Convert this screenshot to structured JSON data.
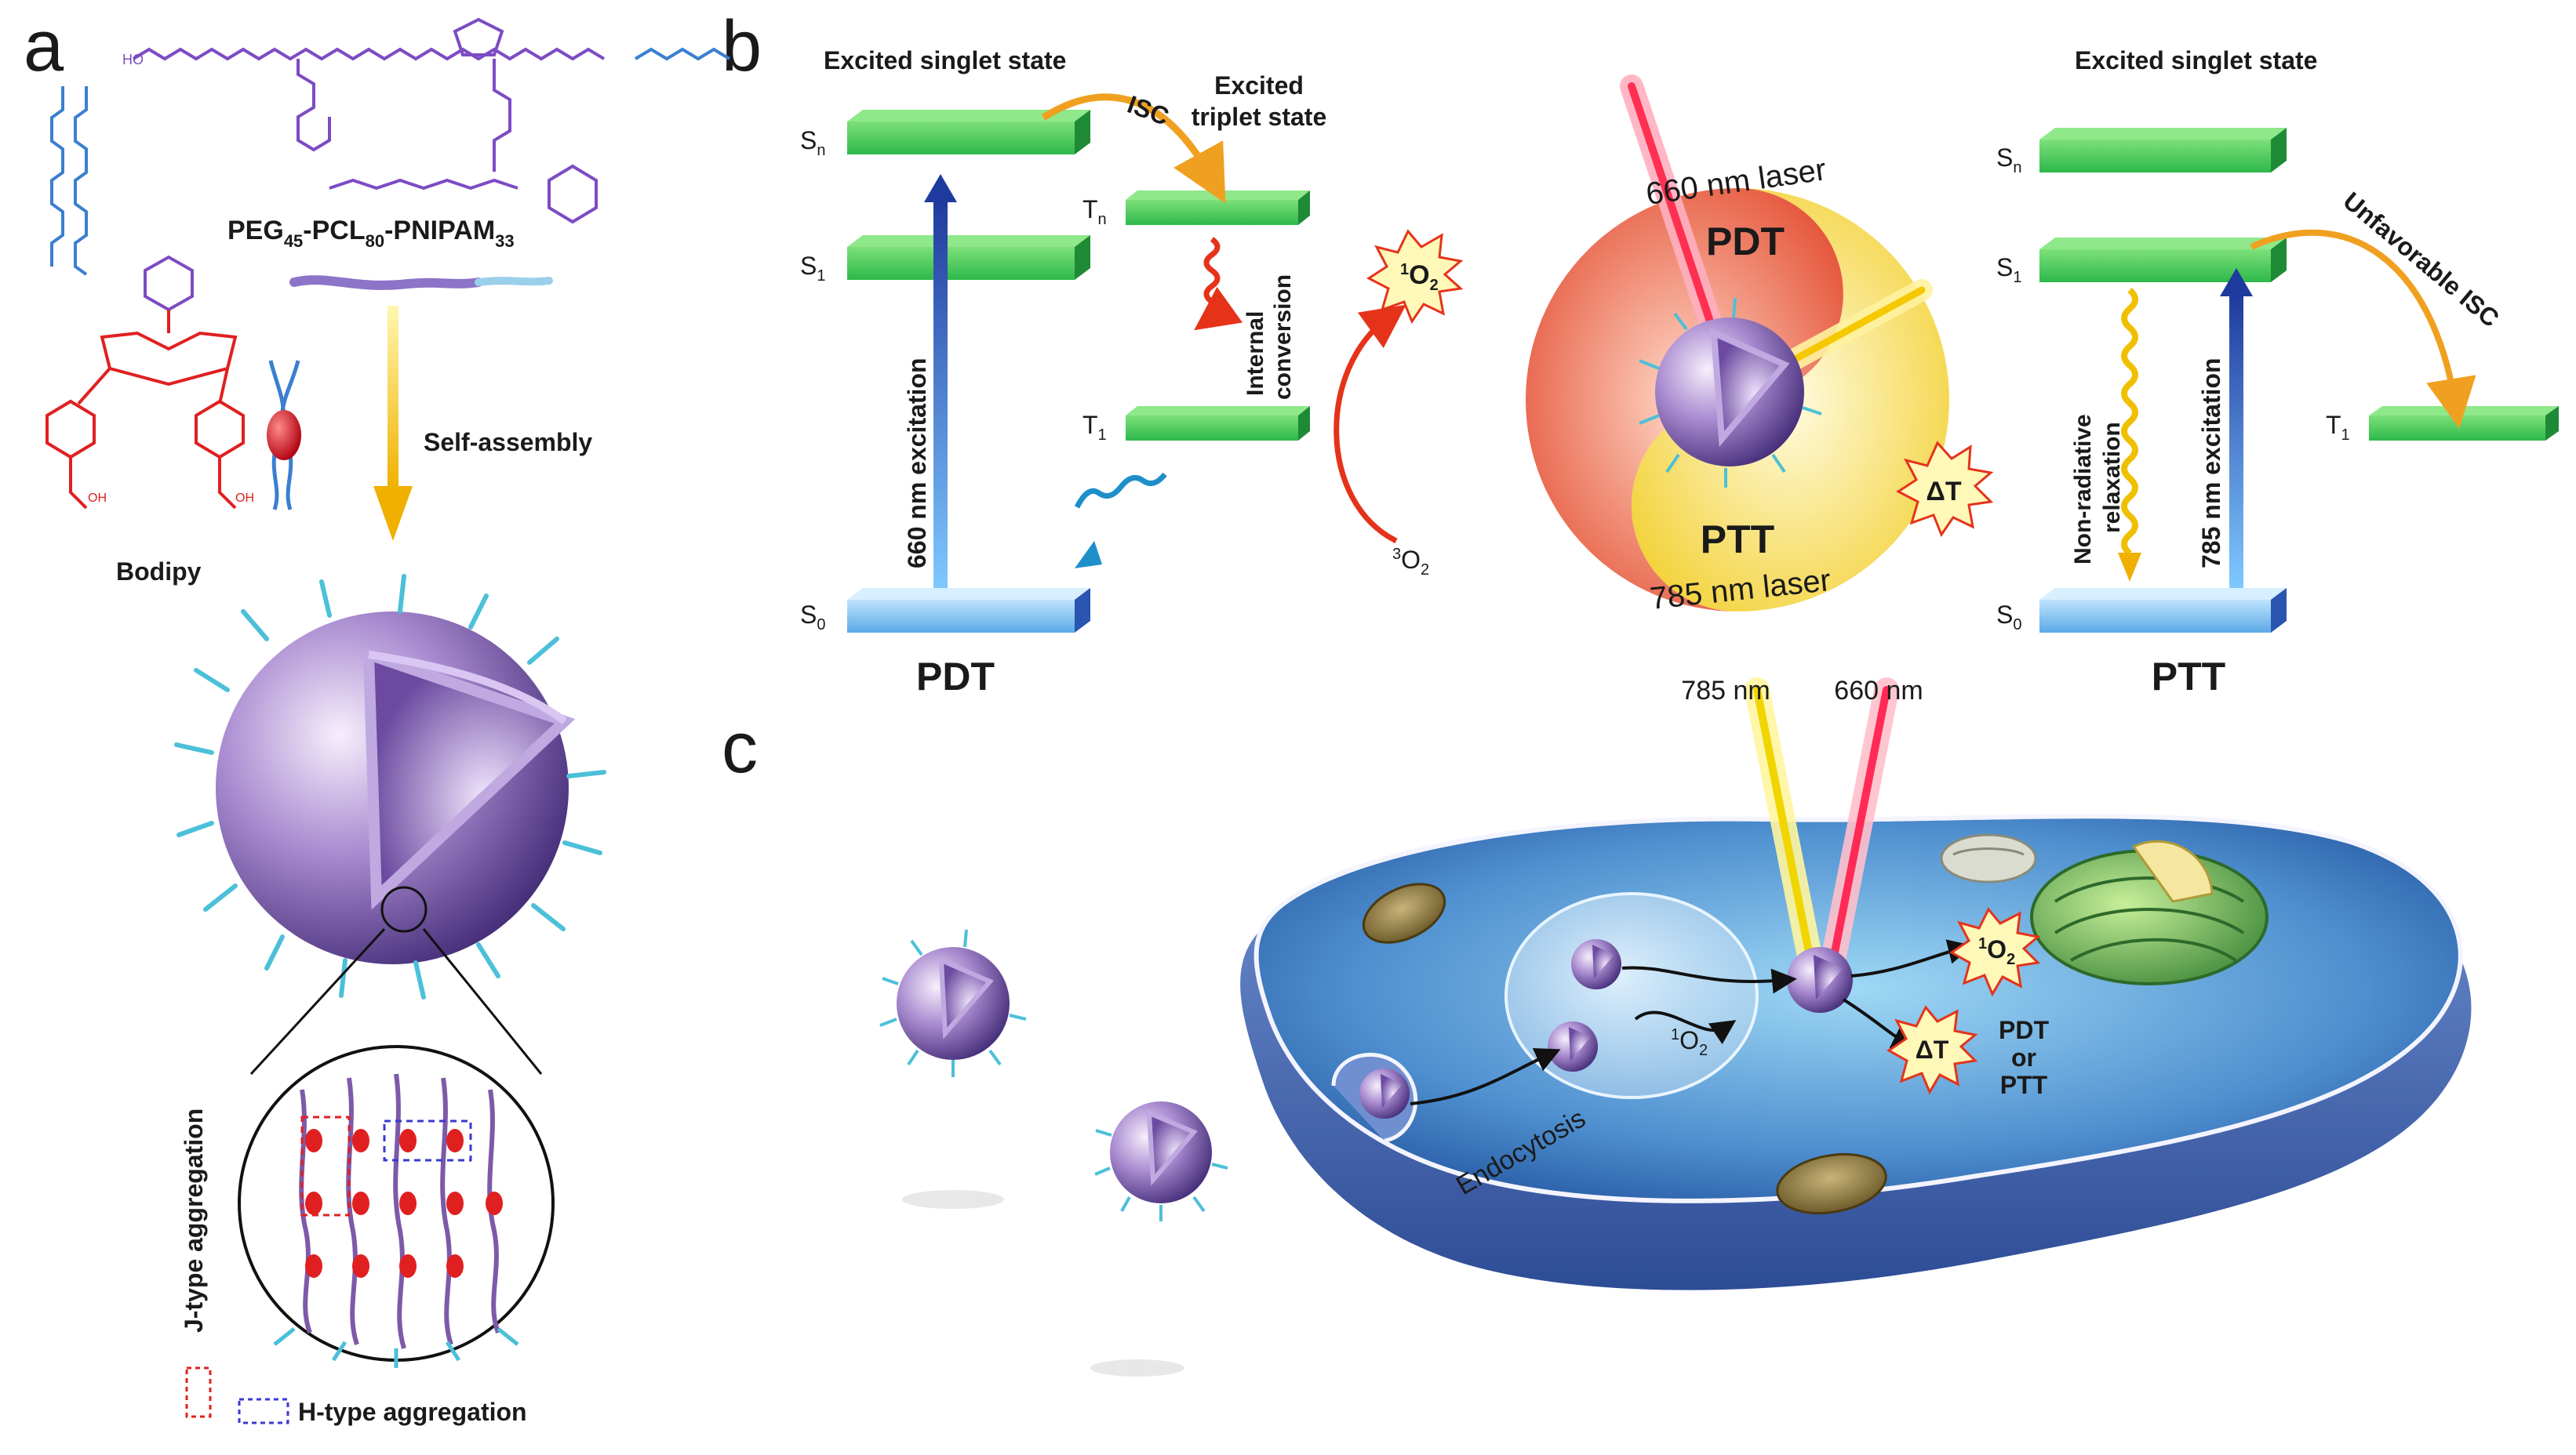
{
  "panels": {
    "a": "a",
    "b": "b",
    "c": "c"
  },
  "panel_a": {
    "polymer_label": "PEG₄₅-PCL₈₀-PNIPAM₃₃",
    "polymer_label_main": "PEG",
    "sub_45": "45",
    "mid1": "-PCL",
    "sub_80": "80",
    "mid2": "-PNIPAM",
    "sub_33": "33",
    "self_assembly": "Self-assembly",
    "bodipy": "Bodipy",
    "j_type": "J-type aggregation",
    "h_type": "H-type aggregation"
  },
  "panel_b": {
    "excited_singlet_left": "Excited singlet state",
    "excited_triplet_line1": "Excited",
    "excited_triplet_line2": "triplet state",
    "isc": "ISC",
    "sn": "S",
    "sn_sub": "n",
    "s1": "S",
    "s1_sub": "1",
    "s0": "S",
    "s0_sub": "0",
    "tn": "T",
    "tn_sub": "n",
    "t1": "T",
    "t1_sub": "1",
    "excitation_660": "660 nm excitation",
    "internal_conv_1": "Internal",
    "internal_conv_2": "conversion",
    "singlet_o2": "O",
    "singlet_o2_sup": "1",
    "singlet_o2_sub": "2",
    "triplet_o2": "O",
    "triplet_o2_sup": "3",
    "triplet_o2_sub": "2",
    "pdt_bottom": "PDT",
    "laser_660": "660 nm laser",
    "pdt_center": "PDT",
    "ptt_center": "PTT",
    "laser_785": "785 nm laser",
    "delta_t": "ΔT",
    "excited_singlet_right": "Excited singlet state",
    "unfavorable_isc": "Unfavorable ISC",
    "nonrad_1": "Non-radiative",
    "nonrad_2": "relaxation",
    "excitation_785": "785 nm excitation",
    "ptt_bottom": "PTT"
  },
  "panel_c": {
    "nm_785": "785 nm",
    "nm_660": "660 nm",
    "singlet_o2": "O",
    "singlet_o2_sup": "1",
    "singlet_o2_sub": "2",
    "inner_o2": "O",
    "inner_o2_sup": "1",
    "inner_o2_sub": "2",
    "delta_t": "ΔT",
    "pdt": "PDT",
    "or": "or",
    "ptt": "PTT",
    "endocytosis": "Endocytosis"
  },
  "colors": {
    "level_green": "#2db84a",
    "level_blue": "#5aa9e6",
    "arrow_blue": "#1f3a9e",
    "arrow_orange": "#f0a020",
    "nanoparticle_purple": "#7d5aa8",
    "cell_blue": "#3f6fb5",
    "bodipy_red": "#e02020",
    "peg_blue": "#3a7fd0"
  }
}
